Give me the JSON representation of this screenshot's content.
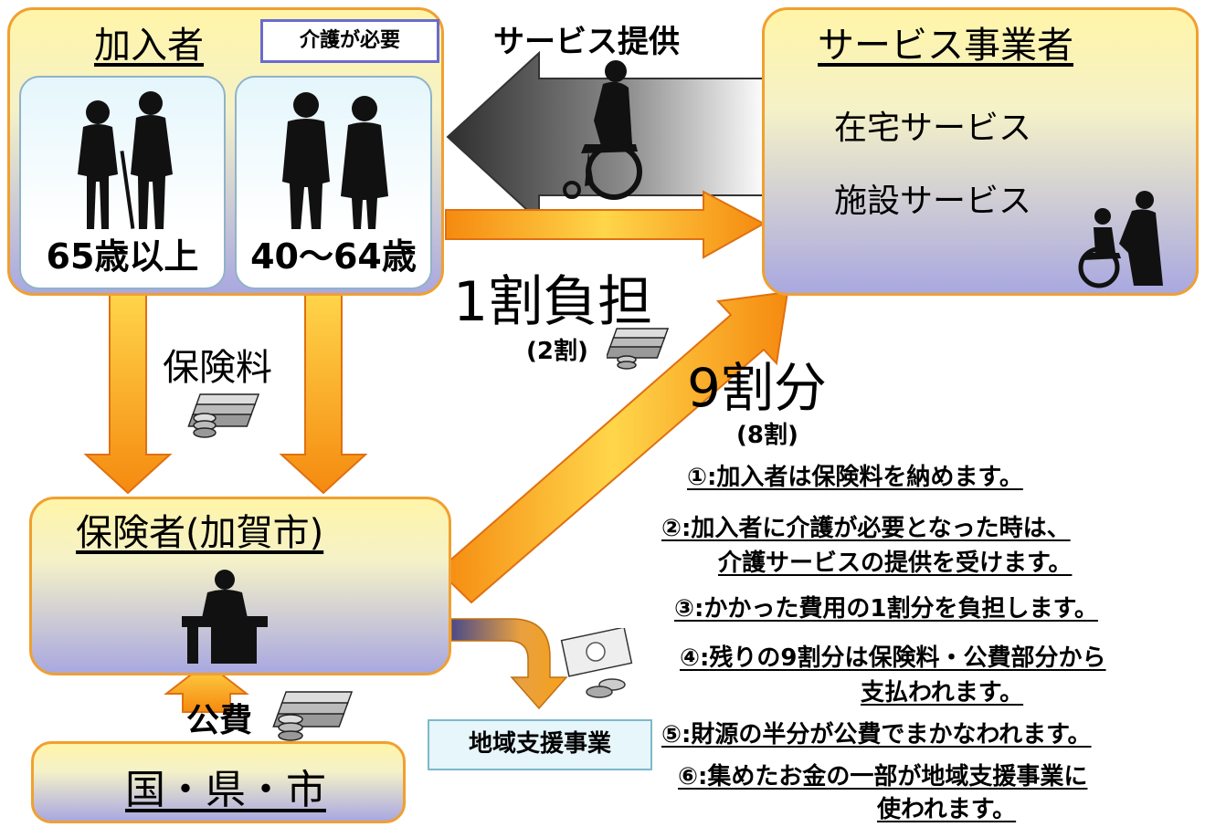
{
  "member": {
    "title": "加入者",
    "care_needed": "介護が必要",
    "age_senior": "65歳以上",
    "age_middle": "40〜64歳"
  },
  "provider": {
    "title": "サービス事業者",
    "home_service": "在宅サービス",
    "facility_service": "施設サービス"
  },
  "insurer": {
    "title": "保険者(加賀市)"
  },
  "government": {
    "title": "国・県・市"
  },
  "community": {
    "label": "地域支援事業"
  },
  "flows": {
    "service_provision": "サービス提供",
    "copay": "1割負担",
    "copay_alt": "(2割)",
    "premium": "保険料",
    "remainder": "9割分",
    "remainder_alt": "(8割)",
    "public_funds": "公費"
  },
  "notes": {
    "n1_mark": "①:",
    "n1": "加入者は保険料を納めます。",
    "n2_mark": "②:",
    "n2a": "加入者に介護が必要となった時は、",
    "n2b": "介護サービスの提供を受けます。",
    "n3_mark": "③:",
    "n3": "かかった費用の1割分を負担します。",
    "n4_mark": "④:",
    "n4a": "残りの9割分は保険料・公費部分から",
    "n4b": "支払われます。",
    "n5_mark": "⑤:",
    "n5": "財源の半分が公費でまかなわれます。",
    "n6_mark": "⑥:",
    "n6a": "集めたお金の一部が地域支援事業に",
    "n6b": "使われます。"
  },
  "colors": {
    "box_border": "#f0a030",
    "arrow_orange": "#f7a11a",
    "arrow_dark": "#4a4a4a",
    "care_border": "#6a6ad0"
  }
}
